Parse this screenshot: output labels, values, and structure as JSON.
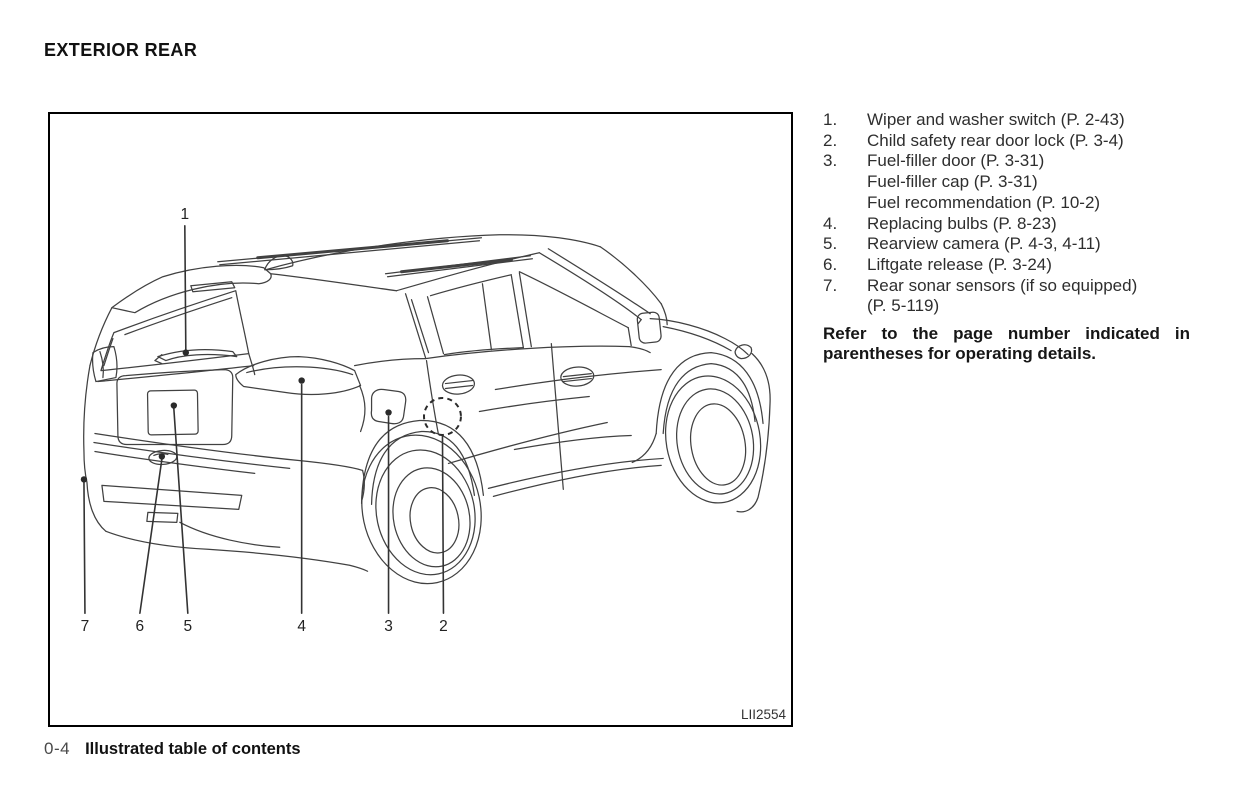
{
  "title": "EXTERIOR REAR",
  "figure": {
    "code": "LII2554",
    "callouts": [
      {
        "label": "1"
      },
      {
        "label": "2"
      },
      {
        "label": "3"
      },
      {
        "label": "4"
      },
      {
        "label": "5"
      },
      {
        "label": "6"
      },
      {
        "label": "7"
      }
    ]
  },
  "legend": {
    "items": [
      {
        "num": "1.",
        "lines": [
          "Wiper and washer switch (P. 2-43)"
        ]
      },
      {
        "num": "2.",
        "lines": [
          "Child safety rear door lock (P. 3-4)"
        ]
      },
      {
        "num": "3.",
        "lines": [
          "Fuel-filler door (P. 3-31)",
          "Fuel-filler cap (P. 3-31)",
          "Fuel recommendation (P. 10-2)"
        ]
      },
      {
        "num": "4.",
        "lines": [
          "Replacing bulbs (P. 8-23)"
        ]
      },
      {
        "num": "5.",
        "lines": [
          "Rearview camera (P. 4-3, 4-11)"
        ]
      },
      {
        "num": "6.",
        "lines": [
          "Liftgate release (P. 3-24)"
        ]
      },
      {
        "num": "7.",
        "lines": [
          "Rear sonar sensors (if so equipped)",
          "(P. 5-119)"
        ]
      }
    ],
    "note": "Refer to the page number indicated in parentheses for operating details."
  },
  "footer": {
    "page_number": "0-4",
    "section_title": "Illustrated table of contents"
  },
  "colors": {
    "ink": "#1f1f1f",
    "drawing_line": "#414141",
    "background": "#ffffff",
    "border": "#000000"
  }
}
